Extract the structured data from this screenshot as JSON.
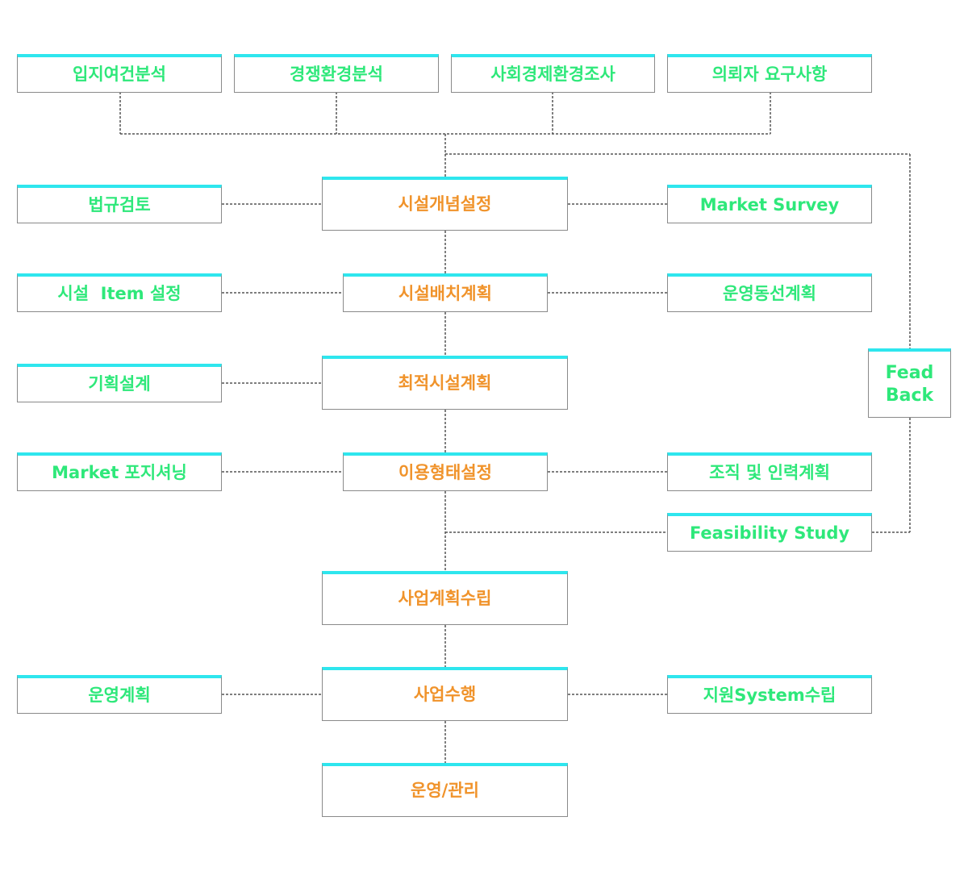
{
  "colors": {
    "green_text": "#2ee87a",
    "orange_text": "#f0932b",
    "top_bar": "#2ee6ee",
    "border": "#8a8a8a",
    "connector": "#555555"
  },
  "top_row": {
    "site_analysis": "입지여건분석",
    "competition_analysis": "경쟁환경분석",
    "socioeconomic_survey": "사회경제환경조사",
    "client_requirements": "의뢰자 요구사항"
  },
  "main_flow": {
    "facility_concept": "시설개념설정",
    "facility_layout": "시설배치계획",
    "optimal_facility": "최적시설계획",
    "usage_type": "이용형태설정",
    "business_plan": "사업계획수립",
    "business_execution": "사업수행",
    "operation_management": "운영/관리"
  },
  "left_side": {
    "regulation_review": "법규검토",
    "facility_item": "시설  Item 설정",
    "planning_design": "기획설계",
    "market_positioning": "Market 포지셔닝",
    "operation_plan": "운영계획"
  },
  "right_side": {
    "market_survey": "Market Survey",
    "operation_flow": "운영동선계획",
    "organization_plan": "조직 및 인력계획",
    "feasibility_study": "Feasibility Study",
    "support_system": "지원System수립"
  },
  "feedback": {
    "line1": "Fead",
    "line2": "Back"
  }
}
